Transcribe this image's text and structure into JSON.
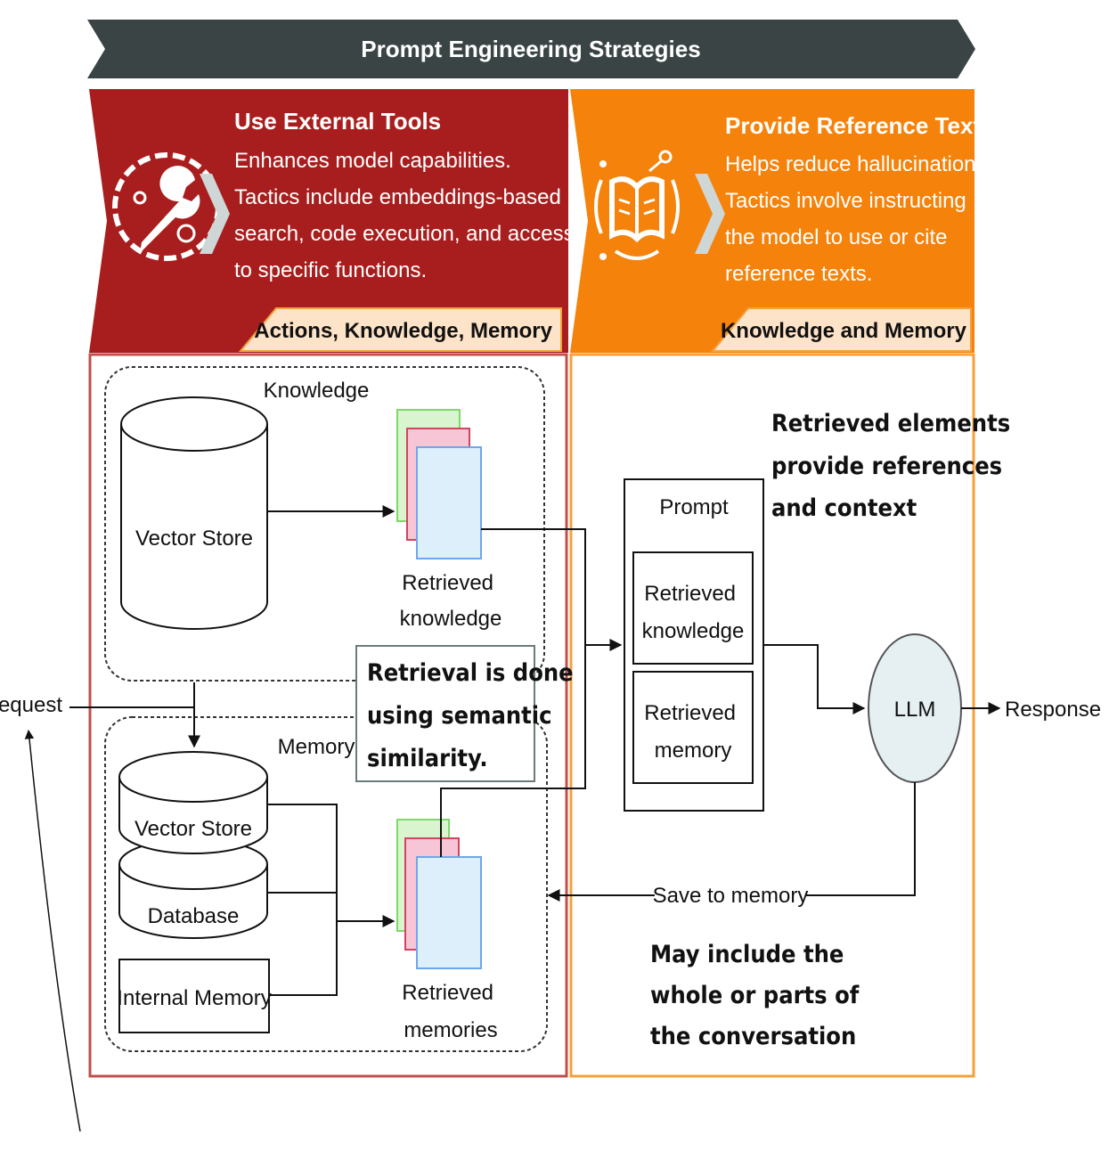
{
  "banner": {
    "title": "Prompt Engineering Strategies",
    "color": "#3a4445"
  },
  "left_panel": {
    "title": "Use External Tools",
    "description_lines": [
      "Enhances model capabilities.",
      "Tactics include embeddings-based",
      "search, code execution, and access",
      "to specific functions."
    ],
    "tag": "Actions, Knowledge, Memory",
    "icon": "wrench-gear-icon",
    "color": "#a81e1e",
    "tag_color": "#fde3c8"
  },
  "right_panel": {
    "title": "Provide Reference Text",
    "description_lines": [
      "Helps reduce hallucinations.",
      "Tactics involve instructing",
      "the model to use or cite",
      "reference texts."
    ],
    "tag": "Knowledge and Memory",
    "icon": "open-book-icon",
    "color": "#f5820a",
    "tag_color": "#fde3c8"
  },
  "knowledge_group": {
    "label": "Knowledge",
    "store_label": "Vector Store",
    "retrieved_lines": [
      "Retrieved",
      "knowledge"
    ]
  },
  "memory_group": {
    "label": "Memory",
    "vector_store_label": "Vector Store",
    "database_label": "Database",
    "internal_memory_label": "Internal Memory",
    "retrieved_lines": [
      "Retrieved",
      "memories"
    ]
  },
  "retrieval_note": {
    "lines": [
      "Retrieval is done",
      "using semantic",
      "similarity."
    ]
  },
  "prompt_box": {
    "label": "Prompt",
    "knowledge_lines": [
      "Retrieved",
      "knowledge"
    ],
    "memory_lines": [
      "Retrieved",
      "memory"
    ]
  },
  "references_note": {
    "lines": [
      "Retrieved elements",
      "provide references",
      "and context"
    ]
  },
  "llm": {
    "label": "LLM"
  },
  "request_label": "Request",
  "response_label": "Response",
  "save_label": "Save to memory",
  "conversation_note": {
    "lines": [
      "May include the",
      "whole or parts of",
      "the conversation"
    ]
  },
  "doc_colors": {
    "green": "#d8f5cf",
    "green_border": "#7fd86a",
    "pink": "#f7c6d6",
    "pink_border": "#d1445f",
    "blue": "#ddeffa",
    "blue_border": "#6fa6ec"
  }
}
